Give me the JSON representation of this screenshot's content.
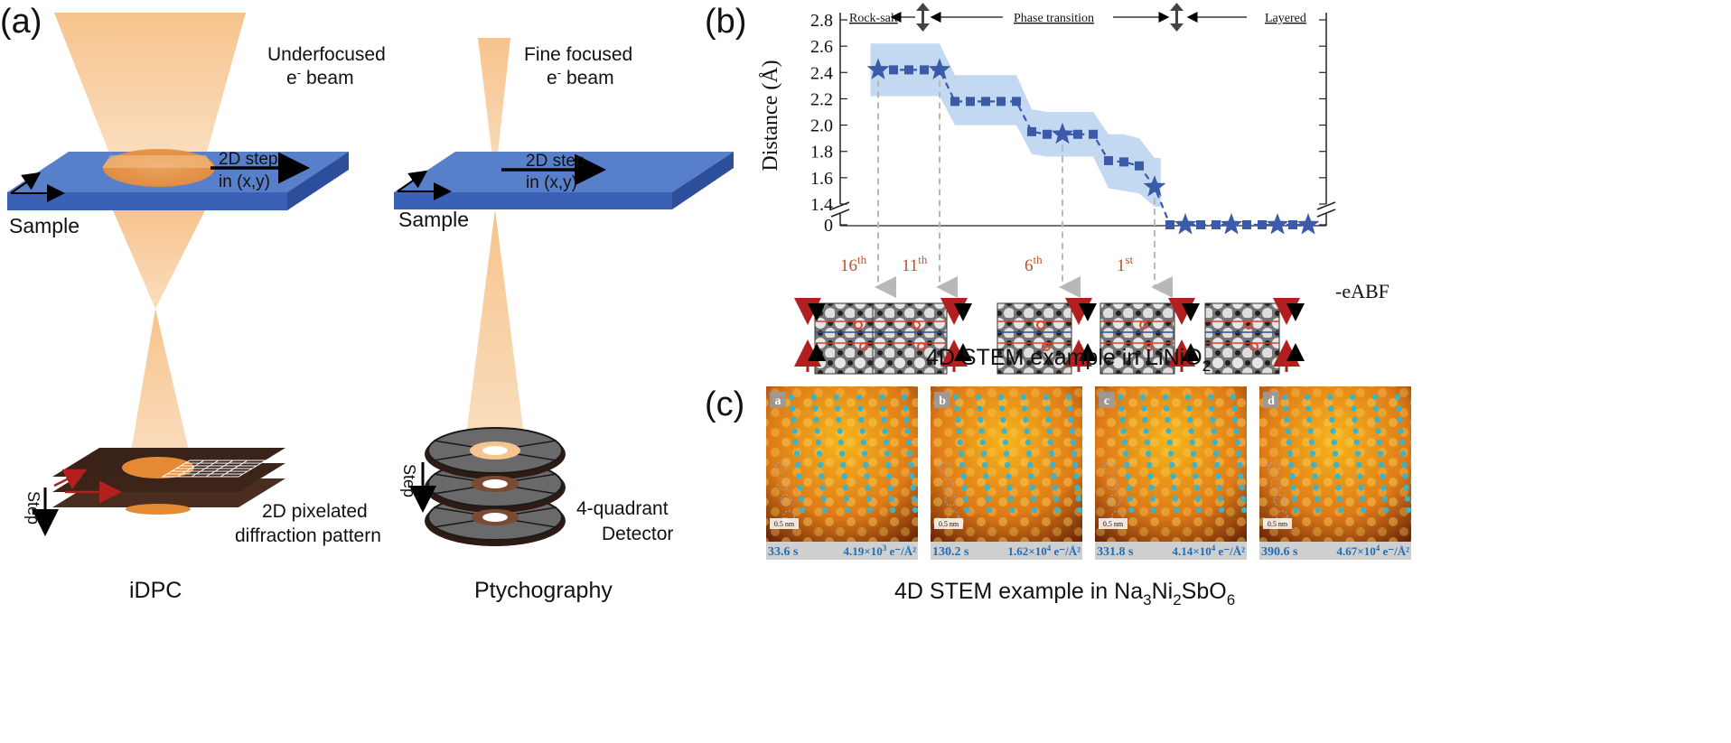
{
  "panel_a": {
    "panel_label": "(a)",
    "idpc": {
      "beam_label_line1": "Underfocused",
      "beam_label_line2": "e",
      "beam_label_sup": "-",
      "beam_label_word": "beam",
      "step_label_line1": "2D step",
      "step_label_line2": "in (x,y)",
      "sample_label": "Sample",
      "detector_label_line1": "2D pixelated",
      "detector_label_line2": "diffraction pattern",
      "step_axis_label": "Step",
      "caption": "iDPC"
    },
    "ptychography": {
      "beam_label_line1": "Fine focused",
      "beam_label_line2": "e",
      "beam_label_sup": "-",
      "beam_label_word": "beam",
      "step_label_line1": "2D step",
      "step_label_line2": "in (x,y)",
      "sample_label": "Sample",
      "detector_label_line1": "4-quadrant",
      "detector_label_line2": "Detector",
      "step_axis_label": "Step",
      "caption": "Ptychography"
    }
  },
  "panel_b": {
    "panel_label": "(b)",
    "top_labels": {
      "rock_salt": "Rock-salt",
      "phase_transition": "Phase transition",
      "layered": "Layered"
    },
    "star_labels": [
      {
        "num": "16",
        "sup": "th"
      },
      {
        "num": "11",
        "sup": "th"
      },
      {
        "num": "6",
        "sup": "th"
      },
      {
        "num": "1",
        "sup": "st"
      }
    ],
    "side_label": "-eABF",
    "caption_main": "4D STEM example in LiNiO",
    "caption_sub": "2",
    "chart_data": {
      "type": "line",
      "ylabel": "Distance (Å)",
      "yticks": [
        "2.8",
        "2.6",
        "2.4",
        "2.2",
        "2.0",
        "1.8",
        "1.6",
        "1.4",
        "0"
      ],
      "ylim": [
        1.4,
        2.8
      ],
      "y_axis_break": true,
      "grid": false,
      "series": [
        {
          "values": [
            2.42,
            2.42,
            2.42,
            2.42,
            2.42,
            2.18,
            2.18,
            2.18,
            2.18,
            2.18,
            1.95,
            1.93,
            1.93,
            1.93,
            1.93,
            1.73,
            1.72,
            1.69,
            1.53,
            0,
            0,
            0,
            0,
            0,
            0,
            0,
            0,
            0,
            0
          ],
          "star_indices": [
            0,
            4,
            12,
            18,
            20,
            23,
            26,
            28
          ],
          "band_low": [
            2.22,
            2.22,
            2.22,
            2.22,
            2.22,
            2.0,
            2.0,
            2.0,
            2.0,
            2.0,
            1.78,
            1.76,
            1.76,
            1.76,
            1.76,
            1.52,
            1.5,
            1.48,
            1.38
          ],
          "band_high": [
            2.62,
            2.62,
            2.62,
            2.62,
            2.62,
            2.38,
            2.38,
            2.38,
            2.38,
            2.38,
            2.12,
            2.1,
            2.1,
            2.1,
            2.1,
            1.93,
            1.93,
            1.9,
            1.75
          ]
        }
      ]
    }
  },
  "panel_c": {
    "panel_label": "(c)",
    "frames": [
      {
        "letter": "a",
        "time": "33.6 s",
        "dose_main": "4.19×10",
        "dose_exp": "3",
        "dose_unit": " e⁻/Å²",
        "scale": "0.5 nm"
      },
      {
        "letter": "b",
        "time": "130.2 s",
        "dose_main": "1.62×10",
        "dose_exp": "4",
        "dose_unit": " e⁻/Å²",
        "scale": "0.5 nm"
      },
      {
        "letter": "c",
        "time": "331.8 s",
        "dose_main": "4.14×10",
        "dose_exp": "4",
        "dose_unit": " e⁻/Å²",
        "scale": "0.5 nm"
      },
      {
        "letter": "d",
        "time": "390.6 s",
        "dose_main": "4.67×10",
        "dose_exp": "4",
        "dose_unit": " e⁻/Å²",
        "scale": "0.5 nm"
      }
    ],
    "caption_parts": [
      "4D STEM example in Na",
      "3",
      "Ni",
      "2",
      "SbO",
      "6"
    ]
  },
  "colors": {
    "beam": "#f6c48f",
    "sample": "#4f79c2",
    "sample_edge": "#2f58a8",
    "detector": "#3a2418",
    "chart_line": "#3b5aa8",
    "band": "#b9d2ef",
    "ordinal": "#c0502a",
    "stem_text": "#1f6fb8"
  }
}
